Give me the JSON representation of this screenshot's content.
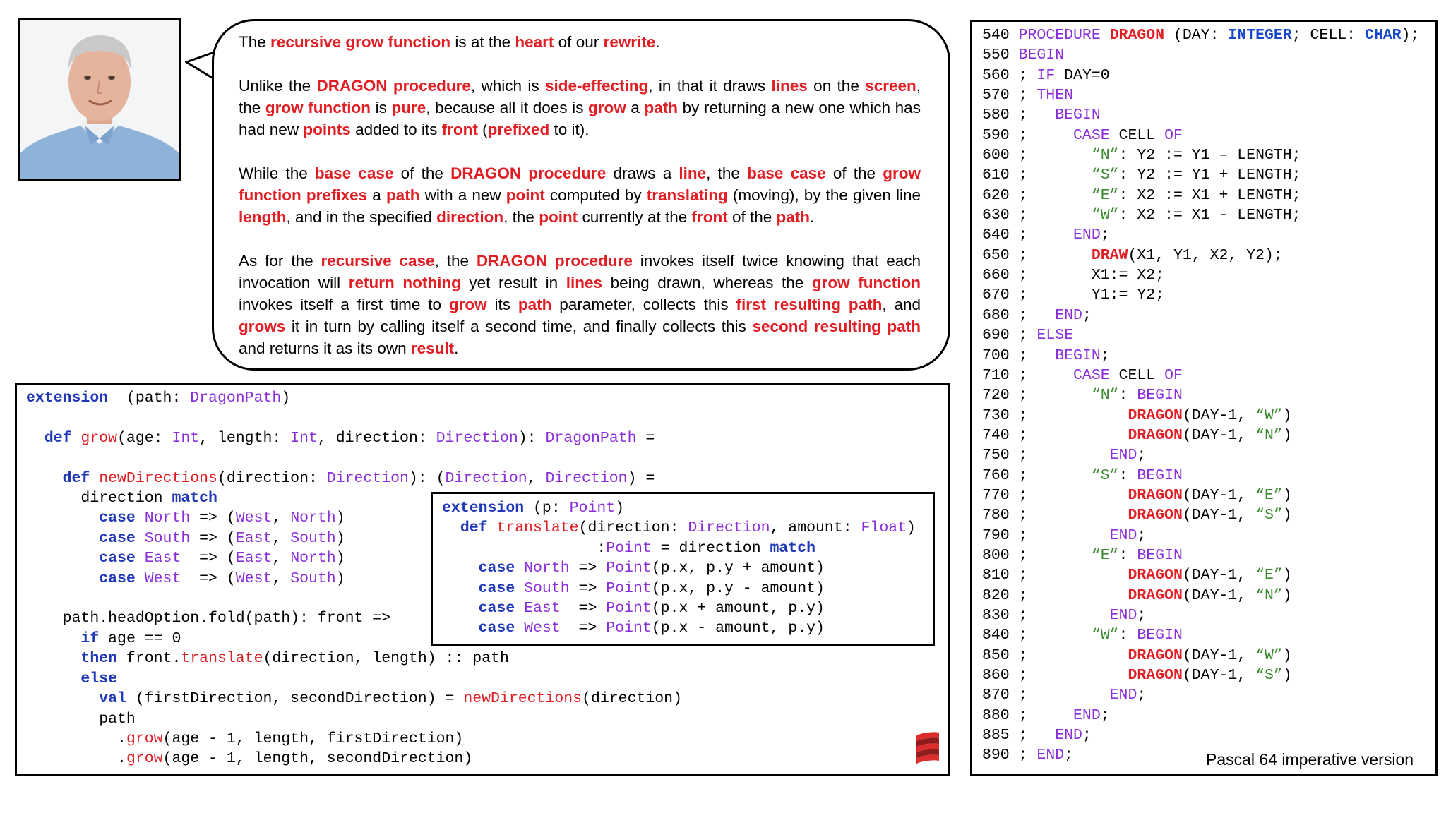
{
  "speech_bubble": {
    "paragraphs": [
      [
        {
          "t": "The "
        },
        {
          "t": "recursive grow function",
          "h": true
        },
        {
          "t": " is at the "
        },
        {
          "t": "heart",
          "h": true
        },
        {
          "t": " of our "
        },
        {
          "t": "rewrite",
          "h": true
        },
        {
          "t": "."
        }
      ],
      [
        {
          "t": "Unlike the "
        },
        {
          "t": "DRAGON procedure",
          "h": true
        },
        {
          "t": ", which is "
        },
        {
          "t": "side-effecting",
          "h": true
        },
        {
          "t": ", in that it draws "
        },
        {
          "t": "lines",
          "h": true
        },
        {
          "t": " on the "
        },
        {
          "t": "screen",
          "h": true
        },
        {
          "t": ", the "
        },
        {
          "t": "grow function",
          "h": true
        },
        {
          "t": " is "
        },
        {
          "t": "pure",
          "h": true
        },
        {
          "t": ", because all it does is "
        },
        {
          "t": "grow",
          "h": true
        },
        {
          "t": " a "
        },
        {
          "t": "path",
          "h": true
        },
        {
          "t": " by returning a new one which has had new "
        },
        {
          "t": "points",
          "h": true
        },
        {
          "t": " added to its "
        },
        {
          "t": "front",
          "h": true
        },
        {
          "t": " ("
        },
        {
          "t": "prefixed",
          "h": true
        },
        {
          "t": " to it)."
        }
      ],
      [
        {
          "t": "While the "
        },
        {
          "t": "base case",
          "h": true
        },
        {
          "t": " of the "
        },
        {
          "t": "DRAGON procedure",
          "h": true
        },
        {
          "t": " draws a "
        },
        {
          "t": "line",
          "h": true
        },
        {
          "t": ", the "
        },
        {
          "t": "base case",
          "h": true
        },
        {
          "t": " of the "
        },
        {
          "t": "grow function prefixes",
          "h": true
        },
        {
          "t": " a "
        },
        {
          "t": "path",
          "h": true
        },
        {
          "t": " with a new "
        },
        {
          "t": "point",
          "h": true
        },
        {
          "t": " computed by "
        },
        {
          "t": "translating",
          "h": true
        },
        {
          "t": " (moving), by the given line "
        },
        {
          "t": "length",
          "h": true
        },
        {
          "t": ", and in the specified "
        },
        {
          "t": "direction",
          "h": true
        },
        {
          "t": ", the "
        },
        {
          "t": "point",
          "h": true
        },
        {
          "t": " currently at the "
        },
        {
          "t": "front",
          "h": true
        },
        {
          "t": " of the "
        },
        {
          "t": "path",
          "h": true
        },
        {
          "t": "."
        }
      ],
      [
        {
          "t": "As for the "
        },
        {
          "t": "recursive case",
          "h": true
        },
        {
          "t": ", the "
        },
        {
          "t": "DRAGON procedure",
          "h": true
        },
        {
          "t": " invokes itself twice knowing that each invocation will "
        },
        {
          "t": "return nothing",
          "h": true
        },
        {
          "t": " yet result in "
        },
        {
          "t": "lines",
          "h": true
        },
        {
          "t": " being drawn, whereas the "
        },
        {
          "t": "grow function",
          "h": true
        },
        {
          "t": " invokes itself a first time to "
        },
        {
          "t": "grow",
          "h": true
        },
        {
          "t": " its "
        },
        {
          "t": "path",
          "h": true
        },
        {
          "t": " parameter, collects this "
        },
        {
          "t": "first resulting path",
          "h": true
        },
        {
          "t": ", and "
        },
        {
          "t": "grows",
          "h": true
        },
        {
          "t": " it in turn by calling itself a second time, and finally collects this "
        },
        {
          "t": "second resulting path",
          "h": true
        },
        {
          "t": " and returns it as its own "
        },
        {
          "t": "result",
          "h": true
        },
        {
          "t": "."
        }
      ]
    ]
  },
  "scala_code": [
    [
      [
        "kw",
        "extension"
      ],
      [
        "",
        "  (path: "
      ],
      [
        "ty",
        "DragonPath"
      ],
      [
        "",
        ")"
      ]
    ],
    [],
    [
      [
        "",
        "  "
      ],
      [
        "kw",
        "def "
      ],
      [
        "fn",
        "grow"
      ],
      [
        "",
        "(age: "
      ],
      [
        "ty",
        "Int"
      ],
      [
        "",
        ", length: "
      ],
      [
        "ty",
        "Int"
      ],
      [
        "",
        ", direction: "
      ],
      [
        "ty",
        "Direction"
      ],
      [
        "",
        "): "
      ],
      [
        "ty",
        "DragonPath"
      ],
      [
        "",
        " ="
      ]
    ],
    [],
    [
      [
        "",
        "    "
      ],
      [
        "kw",
        "def "
      ],
      [
        "fn",
        "newDirections"
      ],
      [
        "",
        "(direction: "
      ],
      [
        "ty",
        "Direction"
      ],
      [
        "",
        "): ("
      ],
      [
        "ty",
        "Direction"
      ],
      [
        "",
        ", "
      ],
      [
        "ty",
        "Direction"
      ],
      [
        "",
        ") ="
      ]
    ],
    [
      [
        "",
        "      direction "
      ],
      [
        "kw",
        "match"
      ]
    ],
    [
      [
        "",
        "        "
      ],
      [
        "kw",
        "case "
      ],
      [
        "ty",
        "North"
      ],
      [
        "",
        " => ("
      ],
      [
        "ty",
        "West"
      ],
      [
        "",
        ", "
      ],
      [
        "ty",
        "North"
      ],
      [
        "",
        ")"
      ]
    ],
    [
      [
        "",
        "        "
      ],
      [
        "kw",
        "case "
      ],
      [
        "ty",
        "South"
      ],
      [
        "",
        " => ("
      ],
      [
        "ty",
        "East"
      ],
      [
        "",
        ", "
      ],
      [
        "ty",
        "South"
      ],
      [
        "",
        ")"
      ]
    ],
    [
      [
        "",
        "        "
      ],
      [
        "kw",
        "case "
      ],
      [
        "ty",
        "East"
      ],
      [
        "",
        "  => ("
      ],
      [
        "ty",
        "East"
      ],
      [
        "",
        ", "
      ],
      [
        "ty",
        "North"
      ],
      [
        "",
        ")"
      ]
    ],
    [
      [
        "",
        "        "
      ],
      [
        "kw",
        "case "
      ],
      [
        "ty",
        "West"
      ],
      [
        "",
        "  => ("
      ],
      [
        "ty",
        "West"
      ],
      [
        "",
        ", "
      ],
      [
        "ty",
        "South"
      ],
      [
        "",
        ")"
      ]
    ],
    [],
    [
      [
        "",
        "    path.headOption.fold(path): front =>"
      ]
    ],
    [
      [
        "",
        "      "
      ],
      [
        "kw",
        "if"
      ],
      [
        "",
        " age == 0"
      ]
    ],
    [
      [
        "",
        "      "
      ],
      [
        "kw",
        "then"
      ],
      [
        "",
        " front."
      ],
      [
        "fn",
        "translate"
      ],
      [
        "",
        "(direction, length) :: path"
      ]
    ],
    [
      [
        "",
        "      "
      ],
      [
        "kw",
        "else"
      ]
    ],
    [
      [
        "",
        "        "
      ],
      [
        "kw",
        "val"
      ],
      [
        "",
        " (firstDirection, secondDirection) = "
      ],
      [
        "fn",
        "newDirections"
      ],
      [
        "",
        "(direction)"
      ]
    ],
    [
      [
        "",
        "        path"
      ]
    ],
    [
      [
        "",
        "          ."
      ],
      [
        "fn",
        "grow"
      ],
      [
        "",
        "(age - 1, length, firstDirection)"
      ]
    ],
    [
      [
        "",
        "          ."
      ],
      [
        "fn",
        "grow"
      ],
      [
        "",
        "(age - 1, length, secondDirection)"
      ]
    ]
  ],
  "translate_code": [
    [
      [
        "kw",
        "extension"
      ],
      [
        "",
        " (p: "
      ],
      [
        "ty",
        "Point"
      ],
      [
        "",
        ")"
      ]
    ],
    [
      [
        "",
        "  "
      ],
      [
        "kw",
        "def "
      ],
      [
        "fn",
        "translate"
      ],
      [
        "",
        "(direction: "
      ],
      [
        "ty",
        "Direction"
      ],
      [
        "",
        ", amount: "
      ],
      [
        "ty",
        "Float"
      ],
      [
        "",
        ")"
      ]
    ],
    [
      [
        "",
        "                 :"
      ],
      [
        "ty",
        "Point"
      ],
      [
        "",
        " = direction "
      ],
      [
        "kw",
        "match"
      ]
    ],
    [
      [
        "",
        "    "
      ],
      [
        "kw",
        "case "
      ],
      [
        "ty",
        "North"
      ],
      [
        "",
        " => "
      ],
      [
        "ty",
        "Point"
      ],
      [
        "",
        "(p.x, p.y + amount)"
      ]
    ],
    [
      [
        "",
        "    "
      ],
      [
        "kw",
        "case "
      ],
      [
        "ty",
        "South"
      ],
      [
        "",
        " => "
      ],
      [
        "ty",
        "Point"
      ],
      [
        "",
        "(p.x, p.y - amount)"
      ]
    ],
    [
      [
        "",
        "    "
      ],
      [
        "kw",
        "case "
      ],
      [
        "ty",
        "East"
      ],
      [
        "",
        "  => "
      ],
      [
        "ty",
        "Point"
      ],
      [
        "",
        "(p.x + amount, p.y)"
      ]
    ],
    [
      [
        "",
        "    "
      ],
      [
        "kw",
        "case "
      ],
      [
        "ty",
        "West"
      ],
      [
        "",
        "  => "
      ],
      [
        "ty",
        "Point"
      ],
      [
        "",
        "(p.x - amount, p.y)"
      ]
    ]
  ],
  "pascal_code": [
    [
      [
        "",
        "540 "
      ],
      [
        "pkw",
        "PROCEDURE "
      ],
      [
        "pfn",
        "DRAGON"
      ],
      [
        "",
        " (DAY: "
      ],
      [
        "pty",
        "INTEGER"
      ],
      [
        "",
        "; CELL: "
      ],
      [
        "pty",
        "CHAR"
      ],
      [
        "",
        ");"
      ]
    ],
    [
      [
        "",
        "550 "
      ],
      [
        "pkw",
        "BEGIN"
      ]
    ],
    [
      [
        "",
        "560 ; "
      ],
      [
        "pkw",
        "IF"
      ],
      [
        "",
        " DAY=0"
      ]
    ],
    [
      [
        "",
        "570 ; "
      ],
      [
        "pkw",
        "THEN"
      ]
    ],
    [
      [
        "",
        "580 ;   "
      ],
      [
        "pkw",
        "BEGIN"
      ]
    ],
    [
      [
        "",
        "590 ;     "
      ],
      [
        "pkw",
        "CASE"
      ],
      [
        "",
        " CELL "
      ],
      [
        "pkw",
        "OF"
      ]
    ],
    [
      [
        "",
        "600 ;       "
      ],
      [
        "str",
        "“N”"
      ],
      [
        "",
        ": Y2 := Y1 – LENGTH;"
      ]
    ],
    [
      [
        "",
        "610 ;       "
      ],
      [
        "str",
        "“S”"
      ],
      [
        "",
        ": Y2 := Y1 + LENGTH;"
      ]
    ],
    [
      [
        "",
        "620 ;       "
      ],
      [
        "str",
        "“E”"
      ],
      [
        "",
        ": X2 := X1 + LENGTH;"
      ]
    ],
    [
      [
        "",
        "630 ;       "
      ],
      [
        "str",
        "“W”"
      ],
      [
        "",
        ": X2 := X1 - LENGTH;"
      ]
    ],
    [
      [
        "",
        "640 ;     "
      ],
      [
        "pkw",
        "END"
      ],
      [
        "",
        ";"
      ]
    ],
    [
      [
        "",
        "650 ;       "
      ],
      [
        "pfn",
        "DRAW"
      ],
      [
        "",
        "(X1, Y1, X2, Y2);"
      ]
    ],
    [
      [
        "",
        "660 ;       X1:= X2;"
      ]
    ],
    [
      [
        "",
        "670 ;       Y1:= Y2;"
      ]
    ],
    [
      [
        "",
        "680 ;   "
      ],
      [
        "pkw",
        "END"
      ],
      [
        "",
        ";"
      ]
    ],
    [
      [
        "",
        "690 ; "
      ],
      [
        "pkw",
        "ELSE"
      ]
    ],
    [
      [
        "",
        "700 ;   "
      ],
      [
        "pkw",
        "BEGIN"
      ],
      [
        "",
        ";"
      ]
    ],
    [
      [
        "",
        "710 ;     "
      ],
      [
        "pkw",
        "CASE"
      ],
      [
        "",
        " CELL "
      ],
      [
        "pkw",
        "OF"
      ]
    ],
    [
      [
        "",
        "720 ;       "
      ],
      [
        "str",
        "“N”"
      ],
      [
        "",
        ": "
      ],
      [
        "pkw",
        "BEGIN"
      ]
    ],
    [
      [
        "",
        "730 ;           "
      ],
      [
        "pfn",
        "DRAGON"
      ],
      [
        "",
        "(DAY-1, "
      ],
      [
        "str",
        "“W”"
      ],
      [
        "",
        ")"
      ]
    ],
    [
      [
        "",
        "740 ;           "
      ],
      [
        "pfn",
        "DRAGON"
      ],
      [
        "",
        "(DAY-1, "
      ],
      [
        "str",
        "“N”"
      ],
      [
        "",
        ")"
      ]
    ],
    [
      [
        "",
        "750 ;         "
      ],
      [
        "pkw",
        "END"
      ],
      [
        "",
        ";"
      ]
    ],
    [
      [
        "",
        "760 ;       "
      ],
      [
        "str",
        "“S”"
      ],
      [
        "",
        ": "
      ],
      [
        "pkw",
        "BEGIN"
      ]
    ],
    [
      [
        "",
        "770 ;           "
      ],
      [
        "pfn",
        "DRAGON"
      ],
      [
        "",
        "(DAY-1, "
      ],
      [
        "str",
        "“E”"
      ],
      [
        "",
        ")"
      ]
    ],
    [
      [
        "",
        "780 ;           "
      ],
      [
        "pfn",
        "DRAGON"
      ],
      [
        "",
        "(DAY-1, "
      ],
      [
        "str",
        "“S”"
      ],
      [
        "",
        ")"
      ]
    ],
    [
      [
        "",
        "790 ;         "
      ],
      [
        "pkw",
        "END"
      ],
      [
        "",
        ";"
      ]
    ],
    [
      [
        "",
        "800 ;       "
      ],
      [
        "str",
        "“E”"
      ],
      [
        "",
        ": "
      ],
      [
        "pkw",
        "BEGIN"
      ]
    ],
    [
      [
        "",
        "810 ;           "
      ],
      [
        "pfn",
        "DRAGON"
      ],
      [
        "",
        "(DAY-1, "
      ],
      [
        "str",
        "“E”"
      ],
      [
        "",
        ")"
      ]
    ],
    [
      [
        "",
        "820 ;           "
      ],
      [
        "pfn",
        "DRAGON"
      ],
      [
        "",
        "(DAY-1, "
      ],
      [
        "str",
        "“N”"
      ],
      [
        "",
        ")"
      ]
    ],
    [
      [
        "",
        "830 ;         "
      ],
      [
        "pkw",
        "END"
      ],
      [
        "",
        ";"
      ]
    ],
    [
      [
        "",
        "840 ;       "
      ],
      [
        "str",
        "“W”"
      ],
      [
        "",
        ": "
      ],
      [
        "pkw",
        "BEGIN"
      ]
    ],
    [
      [
        "",
        "850 ;           "
      ],
      [
        "pfn",
        "DRAGON"
      ],
      [
        "",
        "(DAY-1, "
      ],
      [
        "str",
        "“W”"
      ],
      [
        "",
        ")"
      ]
    ],
    [
      [
        "",
        "860 ;           "
      ],
      [
        "pfn",
        "DRAGON"
      ],
      [
        "",
        "(DAY-1, "
      ],
      [
        "str",
        "“S”"
      ],
      [
        "",
        ")"
      ]
    ],
    [
      [
        "",
        "870 ;         "
      ],
      [
        "pkw",
        "END"
      ],
      [
        "",
        ";"
      ]
    ],
    [
      [
        "",
        "880 ;     "
      ],
      [
        "pkw",
        "END"
      ],
      [
        "",
        ";"
      ]
    ],
    [
      [
        "",
        "885 ;   "
      ],
      [
        "pkw",
        "END"
      ],
      [
        "",
        ";"
      ]
    ],
    [
      [
        "",
        "890 ; "
      ],
      [
        "pkw",
        "END"
      ],
      [
        "",
        ";"
      ]
    ]
  ],
  "pascal_caption": "Pascal 64 imperative version",
  "colors": {
    "highlight": "#e01e24",
    "scala_keyword": "#1f38b8",
    "type_purple": "#8a2ed9",
    "pascal_type_blue": "#1648c8",
    "string_green": "#3a8a2e",
    "scala_logo_red": "#dd2c2c"
  },
  "icons": {
    "scala_logo": "scala-logo-icon",
    "presenter_photo": "presenter-photo"
  }
}
